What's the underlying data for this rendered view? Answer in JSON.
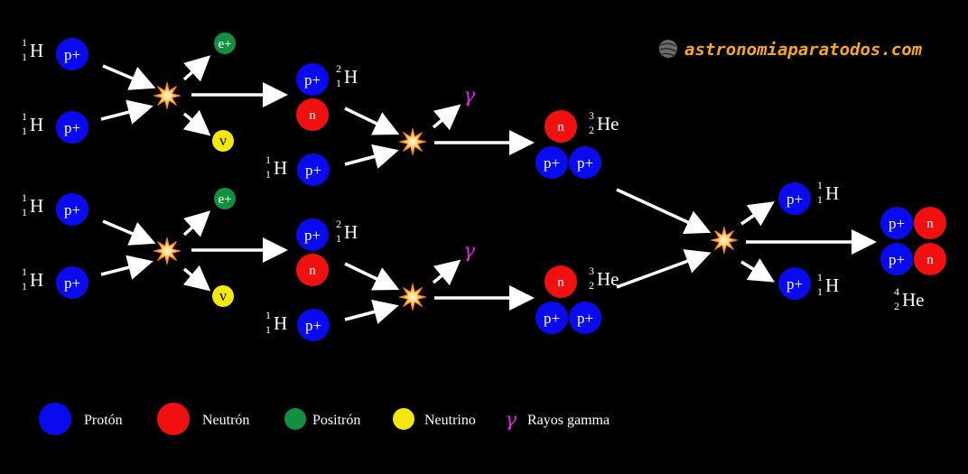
{
  "brand": "astronomiaparatodos.com",
  "labels": {
    "proton": "p+",
    "neutron": "n",
    "positron": "e+",
    "neutrino": "ν",
    "gamma": "γ"
  },
  "isotopes": {
    "H1": {
      "symbol": "H",
      "mass": "1",
      "z": "1"
    },
    "H2": {
      "symbol": "H",
      "mass": "2",
      "z": "1"
    },
    "He3": {
      "symbol": "He",
      "mass": "3",
      "z": "2"
    },
    "He4": {
      "symbol": "He",
      "mass": "4",
      "z": "2"
    }
  },
  "legend": {
    "proton": "Protón",
    "neutron": "Neutrón",
    "positron": "Positrón",
    "neutrino": "Neutrino",
    "gamma": "Rayos gamma"
  },
  "colors": {
    "proton": "#0a0aee",
    "neutron": "#f01010",
    "positron": "#129040",
    "neutrino": "#f2e80c",
    "gamma": "#e020e0",
    "brand": "#f5a623"
  }
}
